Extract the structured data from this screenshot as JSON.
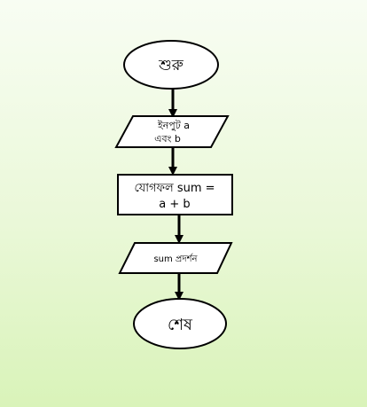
{
  "flowchart": {
    "start": "শুরু",
    "input_line1": "ইনপুট a",
    "input_line2": "এবং b",
    "process_line1": "যোগফল sum =",
    "process_line2": "a + b",
    "output": "sum প্রদর্শন",
    "end": "শেষ"
  },
  "colors": {
    "background_top": "#f8fdf3",
    "background_bottom": "#d9f3b9",
    "shape_fill": "#ffffff",
    "stroke": "#000000"
  }
}
